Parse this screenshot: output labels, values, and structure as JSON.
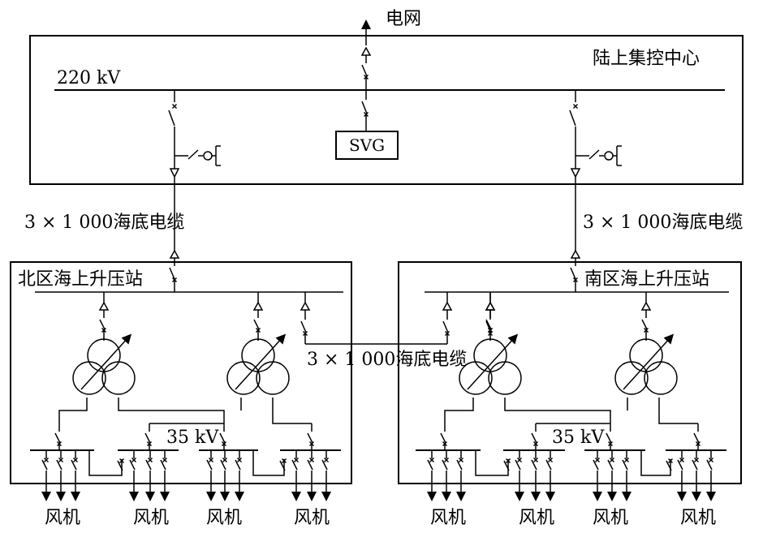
{
  "labels": {
    "grid": "电网",
    "onshore_center": "陆上集控中心",
    "bus_220": "220 kV",
    "svg_device": "SVG",
    "cable_left": "3 × 1 000海底电缆",
    "cable_right": "3 × 1 000海底电缆",
    "cable_middle": "3 × 1 000海底电缆",
    "north_station": "北区海上升压站",
    "south_station": "南区海上升压站",
    "bus_35_north": "35 kV",
    "bus_35_south": "35 kV",
    "wind_turbine": "风机"
  }
}
